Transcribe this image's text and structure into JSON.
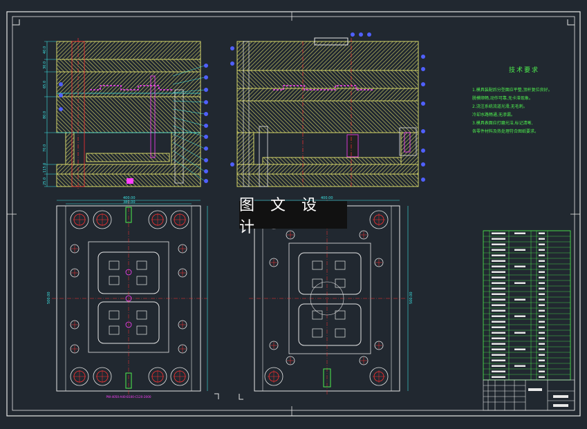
{
  "banner": {
    "text": "图 文 设 计"
  },
  "tech_requirements": {
    "title": "技术要求",
    "lines": [
      "1.模具装配后分型面应平整,顶杆复位良好。",
      "脱模顺畅,动作可靠,无卡滞现象。",
      "2.浇注系统流道光滑,无毛刺。",
      "冷却水路畅通,无渗漏。",
      "3.模具表面应打磨光洁,标记清晰,",
      "各零件材料及热处理符合图纸要求。"
    ]
  },
  "dimensions": {
    "plan_left_width": "400.00",
    "plan_left_inner": "380.00",
    "plan_right_width": "400.00",
    "plan_height": "500.00",
    "left_heights": [
      "40.0",
      "30.0",
      "65.0",
      "80.0",
      "70.0",
      "115.0",
      "25.0"
    ]
  },
  "part_number_label": "PW-4050-A40-B100-C120-2000",
  "colors": {
    "background": "#212830",
    "border": "#e8e8e8",
    "hatch": "#d8d86a",
    "cyan": "#3ee8e8",
    "red": "#ff3030",
    "magenta": "#ff40ff",
    "blue": "#5060ff",
    "green": "#4ef04e"
  }
}
